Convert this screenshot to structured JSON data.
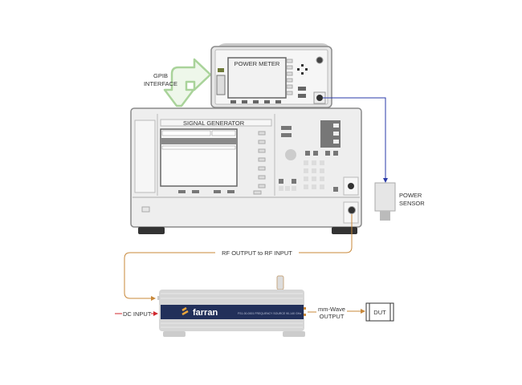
{
  "power_meter": {
    "title": "POWER METER"
  },
  "signal_generator": {
    "title": "SIGNAL GENERATOR"
  },
  "gpib": {
    "line1": "GPIB",
    "line2": "INTERFACE"
  },
  "power_sensor": {
    "line1": "POWER",
    "line2": "SENSOR"
  },
  "rf_link": {
    "label": "RF OUTPUT to RF INPUT"
  },
  "frequency_source": {
    "brand": "farran",
    "model": "FS1-00-0001 FREQUENCY SOURCE 90-140 GHz"
  },
  "dc_input": {
    "label": "DC INPUT"
  },
  "mmwave_output": {
    "line1": "mm-Wave",
    "line2": "OUTPUT"
  },
  "dut": {
    "label": "DUT"
  },
  "colors": {
    "rf": "#c8883a",
    "dc": "#d0282e",
    "sensor": "#2a3aa8",
    "gpib": "#a9d39a",
    "brand_band": "#22305a"
  }
}
